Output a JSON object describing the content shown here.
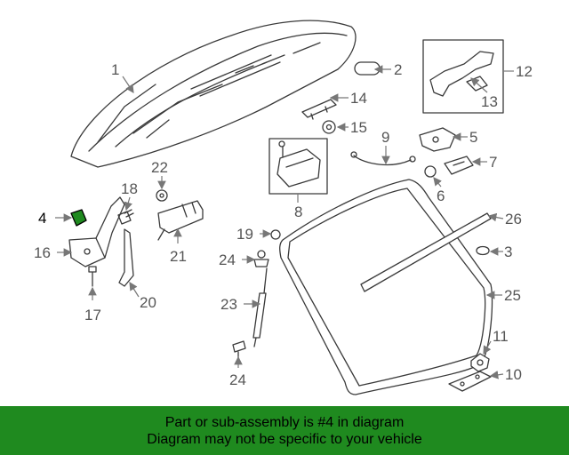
{
  "callouts": [
    "1",
    "2",
    "3",
    "4",
    "5",
    "6",
    "7",
    "8",
    "9",
    "10",
    "11",
    "12",
    "13",
    "14",
    "15",
    "16",
    "17",
    "18",
    "19",
    "20",
    "21",
    "22",
    "23",
    "24",
    "24",
    "25",
    "26"
  ],
  "highlight_part": "4",
  "colors": {
    "banner": "#1f8a1f",
    "highlight_part": "#1f8a1f",
    "line_art": "#3a3a3a",
    "callout_text": "#555555"
  },
  "banner": {
    "line1": "Part or sub-assembly is #4 in diagram",
    "line2": "Diagram may not be specific to your vehicle"
  }
}
